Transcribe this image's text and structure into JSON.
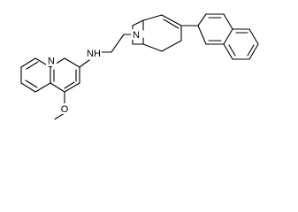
{
  "structure": {
    "atom_labels": {
      "quinoline_n": "N",
      "amine_nh": "NH",
      "bridge_n": "N",
      "methoxy_o": "O"
    }
  }
}
